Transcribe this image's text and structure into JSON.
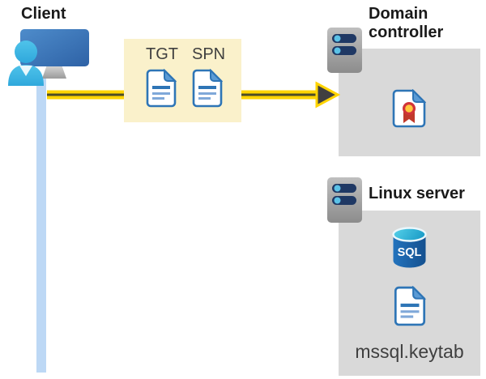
{
  "labels": {
    "client": "Client",
    "tgt": "TGT",
    "spn": "SPN",
    "domain_controller": "Domain controller",
    "linux_server": "Linux server",
    "sql": "SQL",
    "keytab": "mssql.keytab"
  },
  "icons": [
    "client-user-monitor-icon",
    "server-icon",
    "document-icon",
    "certificate-icon",
    "sql-database-icon",
    "arrow-right-icon"
  ],
  "colors": {
    "background": "#ffffff",
    "panel_gray": "#d9d9d9",
    "highlight_box_yellow": "#faf1cb",
    "arrow_yellow": "#ffd400",
    "arrow_core_dark": "#4d4d26",
    "arrowhead_gray": "#404040",
    "timeline_blue": "#bdd8f5",
    "document_border_blue": "#2e75b6",
    "document_line_light_blue": "#7fa8d9",
    "fold_blue": "#5b9bd5",
    "person_cyan": "#3dbde4",
    "monitor_blue": "#3c78be",
    "server_gray": "#9e9e9e",
    "server_slot_navy": "#1f3864",
    "server_dot_cyan": "#5bc2e7",
    "sql_body_blue": "#1c5fad",
    "sql_top_cyan": "#3bbce0",
    "certificate_red": "#d13438",
    "certificate_gold": "#ffc83d",
    "text_dark": "#1a1a1a",
    "text_gray": "#3f3f3f"
  }
}
